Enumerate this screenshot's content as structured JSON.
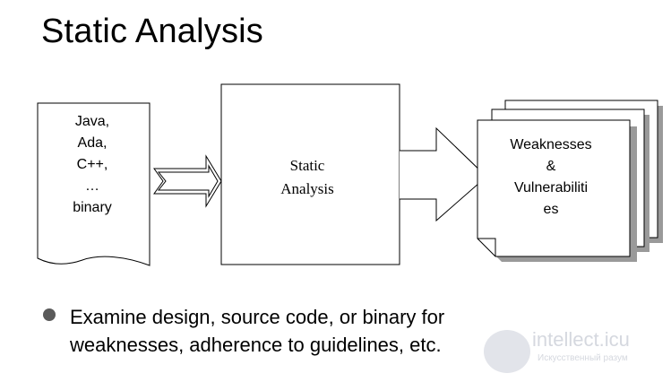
{
  "title": "Static Analysis",
  "input_document": {
    "lines": [
      "Java,",
      "Ada,",
      "C++,",
      "…",
      "binary"
    ]
  },
  "process": {
    "lines": [
      "Static",
      "Analysis"
    ]
  },
  "output_document": {
    "lines": [
      "Weaknesses",
      "&",
      "Vulnerabiliti",
      "es"
    ]
  },
  "bullet": {
    "lines": [
      "Examine design, source code, or binary for",
      "weaknesses, adherence to guidelines, etc."
    ]
  },
  "watermark": {
    "main": "intellect.icu",
    "sub": "Искусственный разум"
  }
}
